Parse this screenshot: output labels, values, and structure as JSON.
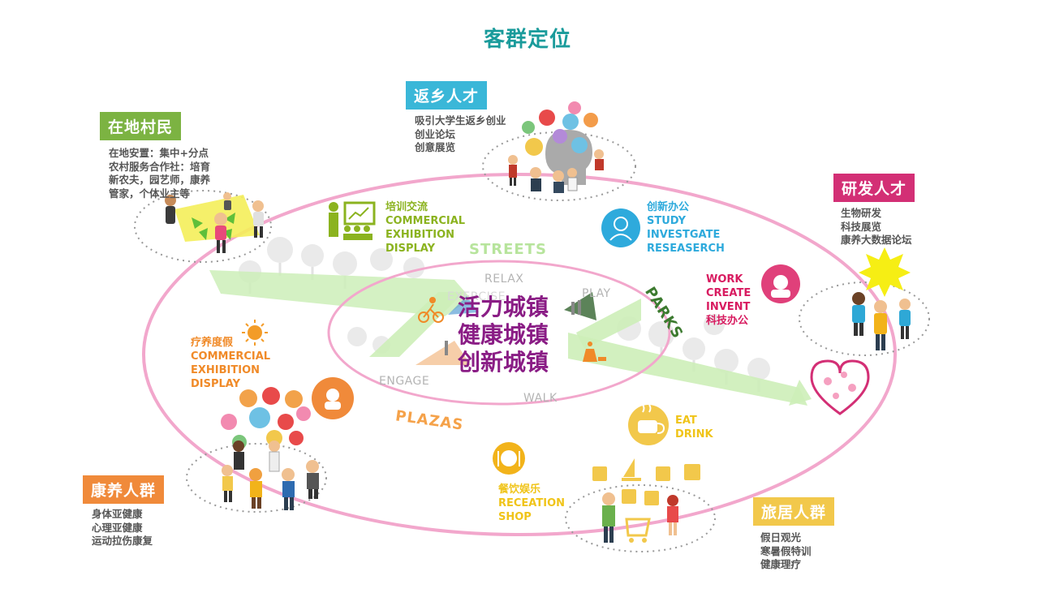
{
  "title": "客群定位",
  "core": [
    "活力城镇",
    "健康城镇",
    "创新城镇"
  ],
  "center_words": {
    "streets": "STREETS",
    "parks": "PARKS",
    "plazas": "PLAZAS",
    "relax": "RELAX",
    "play": "PLAY",
    "exercise": "EXERCISE",
    "engage": "ENGAGE",
    "walk": "WALK"
  },
  "groups": {
    "villagers": {
      "tag": "在地村民",
      "lines": [
        "在地安置：集中+分点",
        "农村服务合作社：培育",
        "新农夫，园艺师，康养",
        "管家，个体业主等"
      ]
    },
    "returnees": {
      "tag": "返乡人才",
      "lines": [
        "吸引大学生返乡创业",
        "创业论坛",
        "创意展览"
      ]
    },
    "rnd": {
      "tag": "研发人才",
      "lines": [
        "生物研发",
        "科技展览",
        "康养大数据论坛"
      ]
    },
    "wellness": {
      "tag": "康养人群",
      "lines": [
        "身体亚健康",
        "心理亚健康",
        "运动拉伤康复"
      ]
    },
    "travelers": {
      "tag": "旅居人群",
      "lines": [
        "假日观光",
        "寒暑假特训",
        "健康理疗"
      ]
    }
  },
  "functions": {
    "training": [
      "培训交流",
      "COMMERCIAL",
      "EXHIBITION",
      "DISPLAY"
    ],
    "innovation": [
      "创新办公",
      "STUDY",
      "INVESTGATE",
      "RESEASERCH"
    ],
    "work": [
      "WORK",
      "CREATE",
      "INVENT",
      "科技办公"
    ],
    "recuperation": [
      "疗养度假",
      "COMMERCIAL",
      "EXHIBITION",
      "DISPLAY"
    ],
    "dining": [
      "餐饮娱乐",
      "RECEATION",
      "SHOP"
    ],
    "eat": [
      "EAT",
      "DRINK"
    ]
  },
  "colors": {
    "title": "#1a9b9b",
    "villagers": "#7cb342",
    "returnees": "#3ab7d8",
    "rnd": "#d32f75",
    "wellness": "#f08a3a",
    "travelers": "#f2c84b",
    "core": "#8a1d85",
    "ring": "#f2a7cc",
    "road": "#c8ecb4",
    "training": "#8bb31f",
    "innovation": "#2eaadc",
    "work": "#d81b60",
    "recuperation": "#f08a28",
    "dining": "#f0c419"
  },
  "icons": [
    "sun-icon",
    "coffee-cup-icon",
    "plate-icon",
    "shopping-bag-icon",
    "shopping-cart-icon",
    "sailboat-icon",
    "teacher-board-icon",
    "scientist-icon",
    "idea-brain-icon",
    "cyclist-icon",
    "dog-walker-icon",
    "tree-icon",
    "starburst-icon",
    "lab-heart-icon"
  ]
}
